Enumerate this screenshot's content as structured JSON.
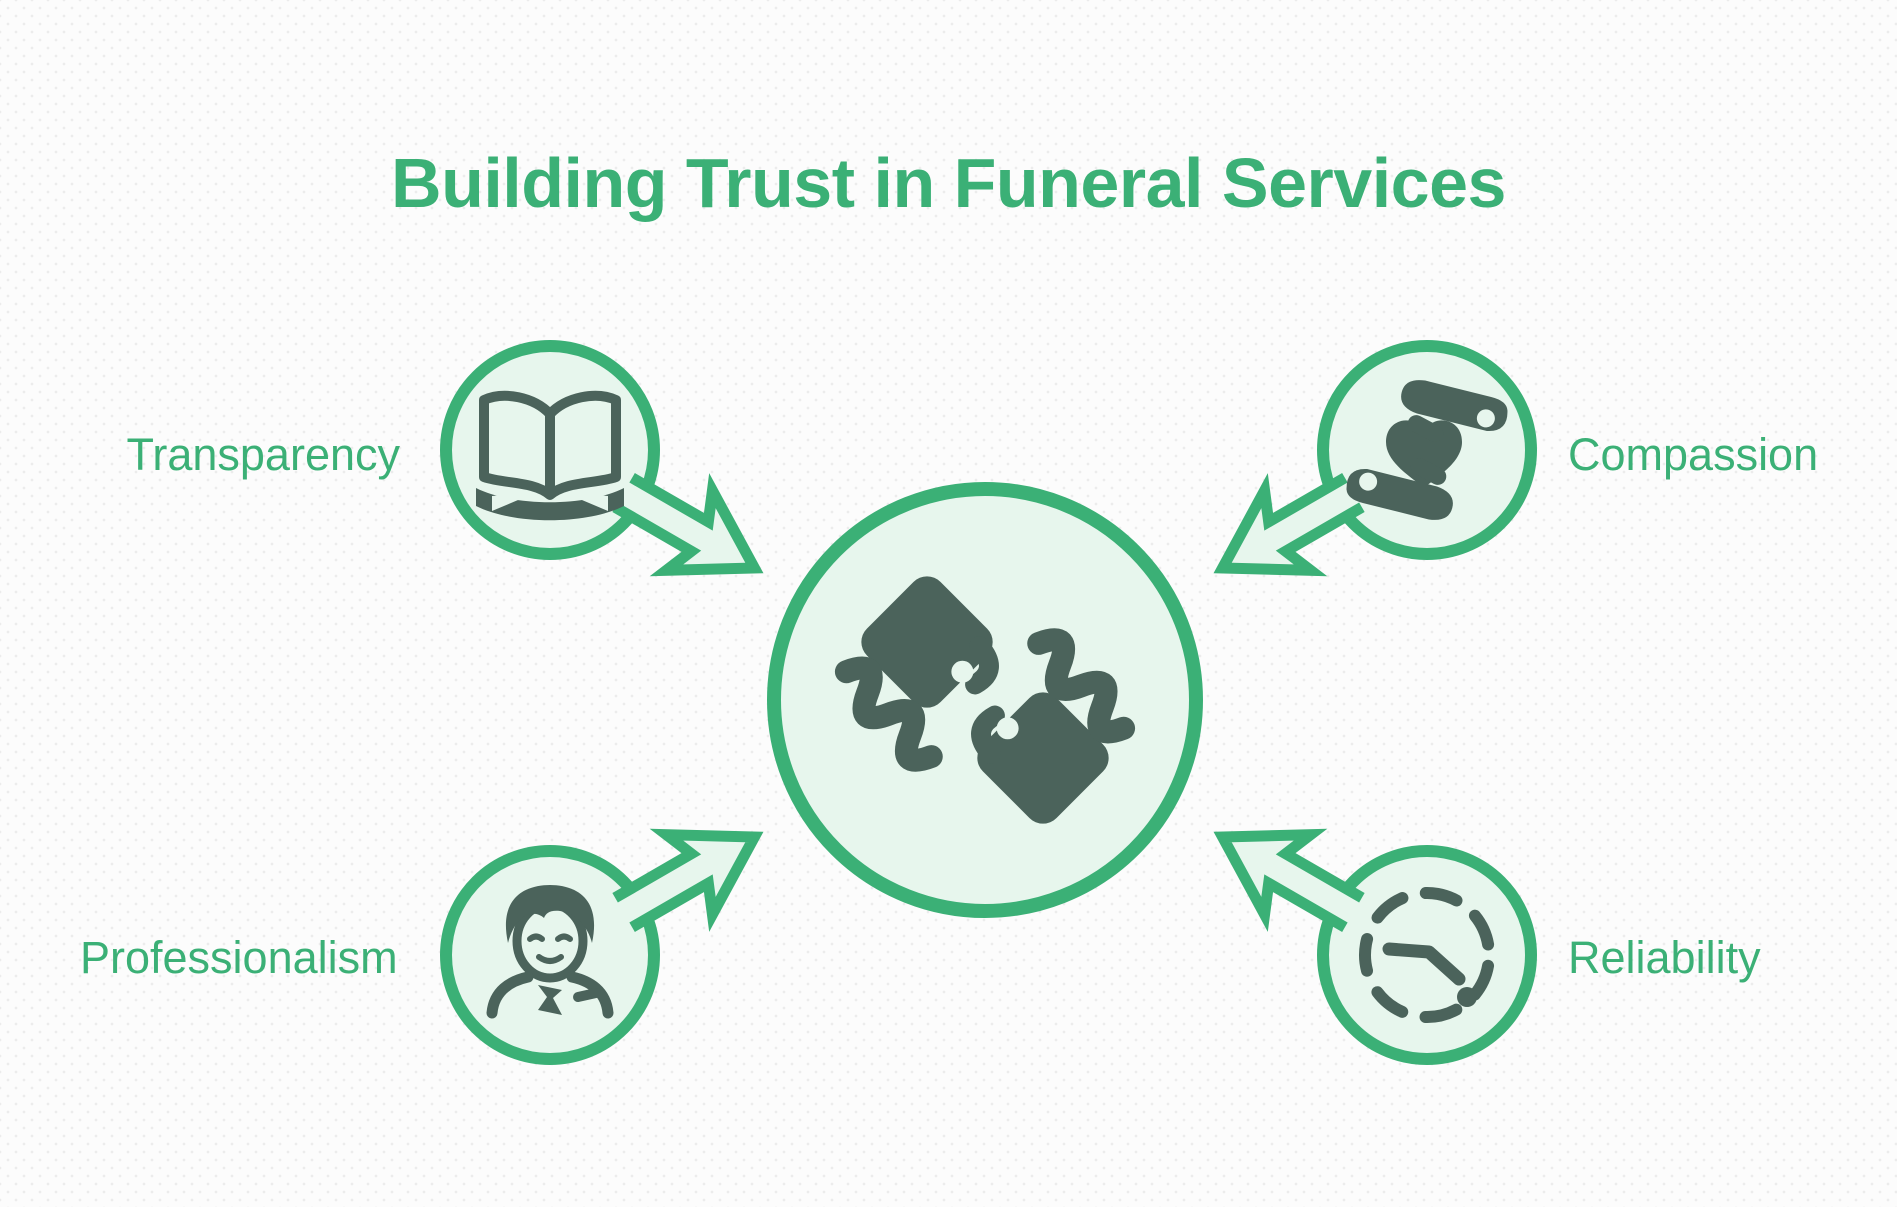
{
  "title": "Building Trust in Funeral Services",
  "center": {
    "icon": "handshake-icon"
  },
  "nodes": [
    {
      "label": "Transparency",
      "icon": "open-book-icon",
      "position": "top-left"
    },
    {
      "label": "Compassion",
      "icon": "hands-heart-icon",
      "position": "top-right"
    },
    {
      "label": "Professionalism",
      "icon": "person-icon",
      "position": "bottom-left"
    },
    {
      "label": "Reliability",
      "icon": "clock-dashed-icon",
      "position": "bottom-right"
    }
  ],
  "colors": {
    "accent": "#3bb076",
    "light_fill": "#e7f6ed",
    "icon_dark": "#4b635b",
    "background": "#fcfcfc",
    "dot_pattern": "#ececec"
  }
}
